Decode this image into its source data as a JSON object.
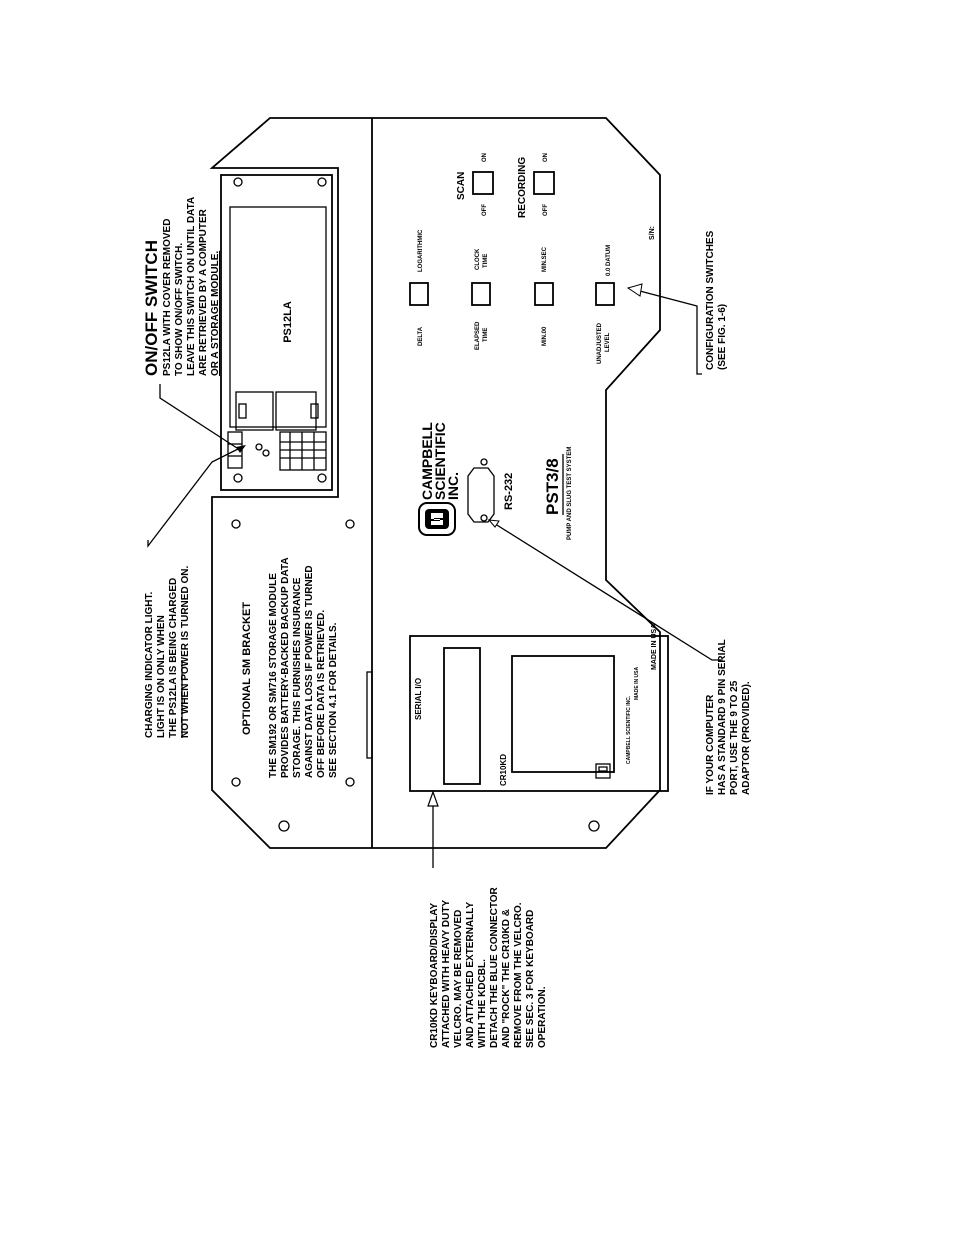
{
  "ps12la": {
    "label": "PS12LA"
  },
  "onoff": {
    "title": "ON/OFF  SWITCH",
    "lines": [
      "PS12LA WITH COVER REMOVED",
      "TO SHOW ON/OFF SWITCH.",
      "LEAVE THIS SWITCH ON UNTIL DATA",
      "ARE RETRIEVED BY A COMPUTER",
      "OR A STORAGE MODULE."
    ]
  },
  "charging": {
    "lines": [
      "CHARGING INDICATOR LIGHT.",
      "LIGHT IS ON ONLY WHEN",
      "THE PS12LA IS BEING CHARGED",
      "NOT WHEN POWER IS TURNED ON."
    ]
  },
  "sm_bracket": {
    "title": "OPTIONAL SM BRACKET",
    "lines": [
      "THE SM192 OR SM716 STORAGE MODULE",
      "PROVIDES BATTERY-BACKED BACKUP DATA",
      "STORAGE. THIS FURNISHES INSURANCE",
      "AGAINST DATA LOSS IF POWER IS TURNED",
      "OFF BEFORE DATA IS RETRIEVED.",
      "SEE SECTION 4.1 FOR DETAILS."
    ]
  },
  "cr10kd": {
    "serial_label": "SERIAL I/O",
    "label": "CR10KD",
    "maker": "CAMPBELL SCIENTIFIC INC.",
    "maker2": "MADE IN USA",
    "made_in": "MADE IN USA",
    "note": [
      "CR10KD KEYBOARD/DISPLAY",
      "ATTACHED WITH HEAVY DUTY",
      "VELCRO. MAY BE REMOVED",
      "AND ATTACHED EXTERNALLY",
      "WITH THE KDCBL.",
      "DETACH THE BLUE CONNECTOR",
      "AND \"ROCK\" THE CR10KD &",
      "REMOVE FROM THE VELCRO.",
      "SEE SEC. 3 FOR KEYBOARD",
      "OPERATION."
    ]
  },
  "brand": {
    "lines": [
      "CAMPBELL",
      "SCIENTIFIC",
      "INC."
    ],
    "product": "PST3/8",
    "subtitle": "PUMP AND SLUG TEST SYSTEM"
  },
  "rs232": {
    "label": "RS-232",
    "note": [
      "IF YOUR COMPUTER",
      "HAS A STANDARD 9 PIN SERIAL",
      "PORT, USE THE 9 TO 25",
      "ADAPTOR (PROVIDED)."
    ]
  },
  "switches": {
    "row1": {
      "left": "DELTA",
      "right": "LOGARITHMIC"
    },
    "row2": {
      "left1": "ELAPSED",
      "left2": "TIME",
      "right1": "CLOCK",
      "right2": "TIME"
    },
    "row3": {
      "left": "MIN.00",
      "right": "MIN.SEC"
    },
    "row4": {
      "left1": "UNADJUSTED",
      "left2": "LEVEL",
      "right": "0.0 DATUM"
    },
    "scan": {
      "title": "SCAN",
      "off": "OFF",
      "on": "ON"
    },
    "recording": {
      "title": "RECORDING",
      "off": "OFF",
      "on": "ON"
    },
    "serial_number": "S/N:",
    "note": [
      "CONFIGURATION SWITCHES",
      "(SEE FIG. 1-6)"
    ]
  }
}
